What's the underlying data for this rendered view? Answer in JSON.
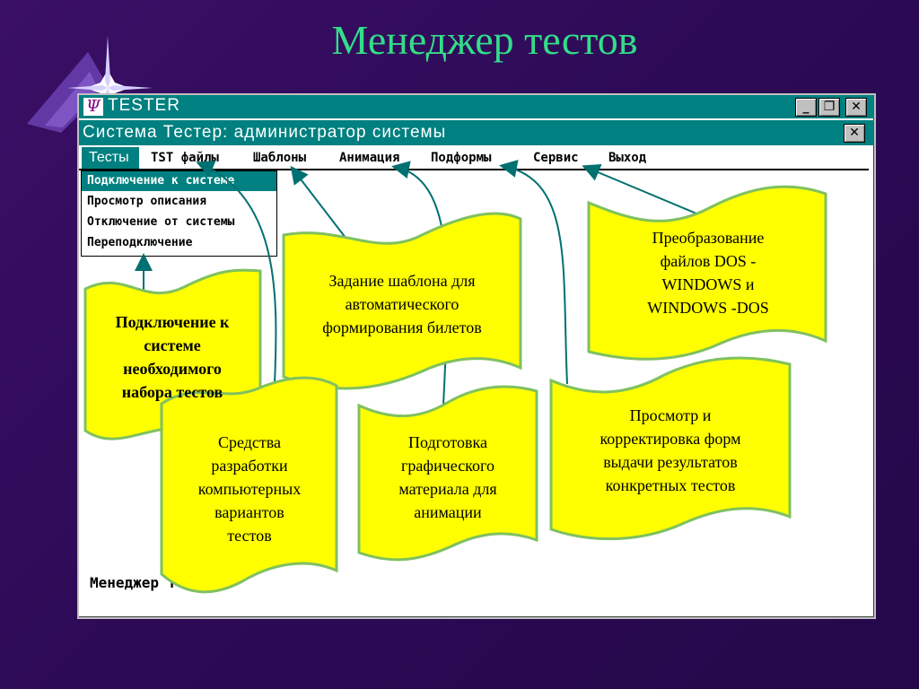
{
  "slide": {
    "title": "Менеджер тестов"
  },
  "window": {
    "title": "TESTER",
    "subtitle": "Система Тестер: администратор системы",
    "menu": [
      "Тесты",
      "TST файлы",
      "Шаблоны",
      "Анимация",
      "Подформы",
      "Сервис",
      "Выход"
    ],
    "dropdown": [
      "Подключение к системе",
      "Просмотр описания",
      "Отключение от системы",
      "Переподключение"
    ],
    "footer": "Менеджер тестов"
  },
  "notes": {
    "connect": [
      "Подключение к",
      "системе",
      "необходимого",
      "набора тестов"
    ],
    "template": [
      "Задание шаблона для",
      "автоматического",
      "формирования билетов"
    ],
    "convert": [
      "Преобразование",
      "файлов DOS -",
      "WINDOWS и",
      "WINDOWS -DOS"
    ],
    "dev": [
      "Средства",
      "разработки",
      "компьютерных",
      "вариантов",
      "тестов"
    ],
    "anim": [
      "Подготовка",
      "графического",
      "материала для",
      "анимации"
    ],
    "forms": [
      "Просмотр и",
      "корректировка форм",
      "выдачи результатов",
      "конкретных тестов"
    ]
  },
  "colors": {
    "note_fill": "#ffff00",
    "note_border": "#80c060",
    "arrow": "#007070",
    "title": "#33dd88",
    "window_bar": "#008080"
  }
}
